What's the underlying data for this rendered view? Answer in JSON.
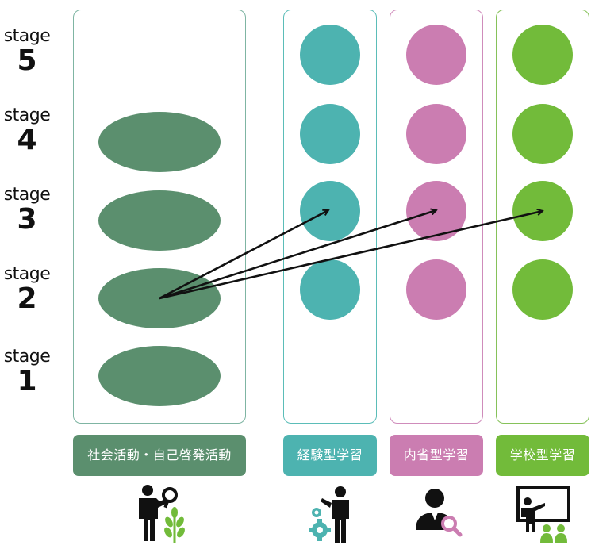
{
  "stages": [
    {
      "word": "stage",
      "number": "5"
    },
    {
      "word": "stage",
      "number": "4"
    },
    {
      "word": "stage",
      "number": "3"
    },
    {
      "word": "stage",
      "number": "2"
    },
    {
      "word": "stage",
      "number": "1"
    }
  ],
  "columns": [
    {
      "label": "社会活動・自己啓発活動",
      "color": "#5b8f6e",
      "icon": "person-magnifier-plant-icon"
    },
    {
      "label": "経験型学習",
      "color": "#4db3b0",
      "icon": "person-gears-icon"
    },
    {
      "label": "内省型学習",
      "color": "#cb7db1",
      "icon": "person-search-icon"
    },
    {
      "label": "学校型学習",
      "color": "#72bb3a",
      "icon": "teacher-board-icon"
    }
  ],
  "arrows": {
    "from": "社会活動・自己啓発活動 stage 2",
    "to": [
      "経験型学習 stage 3",
      "内省型学習 stage 3",
      "学校型学習 stage 3"
    ]
  }
}
